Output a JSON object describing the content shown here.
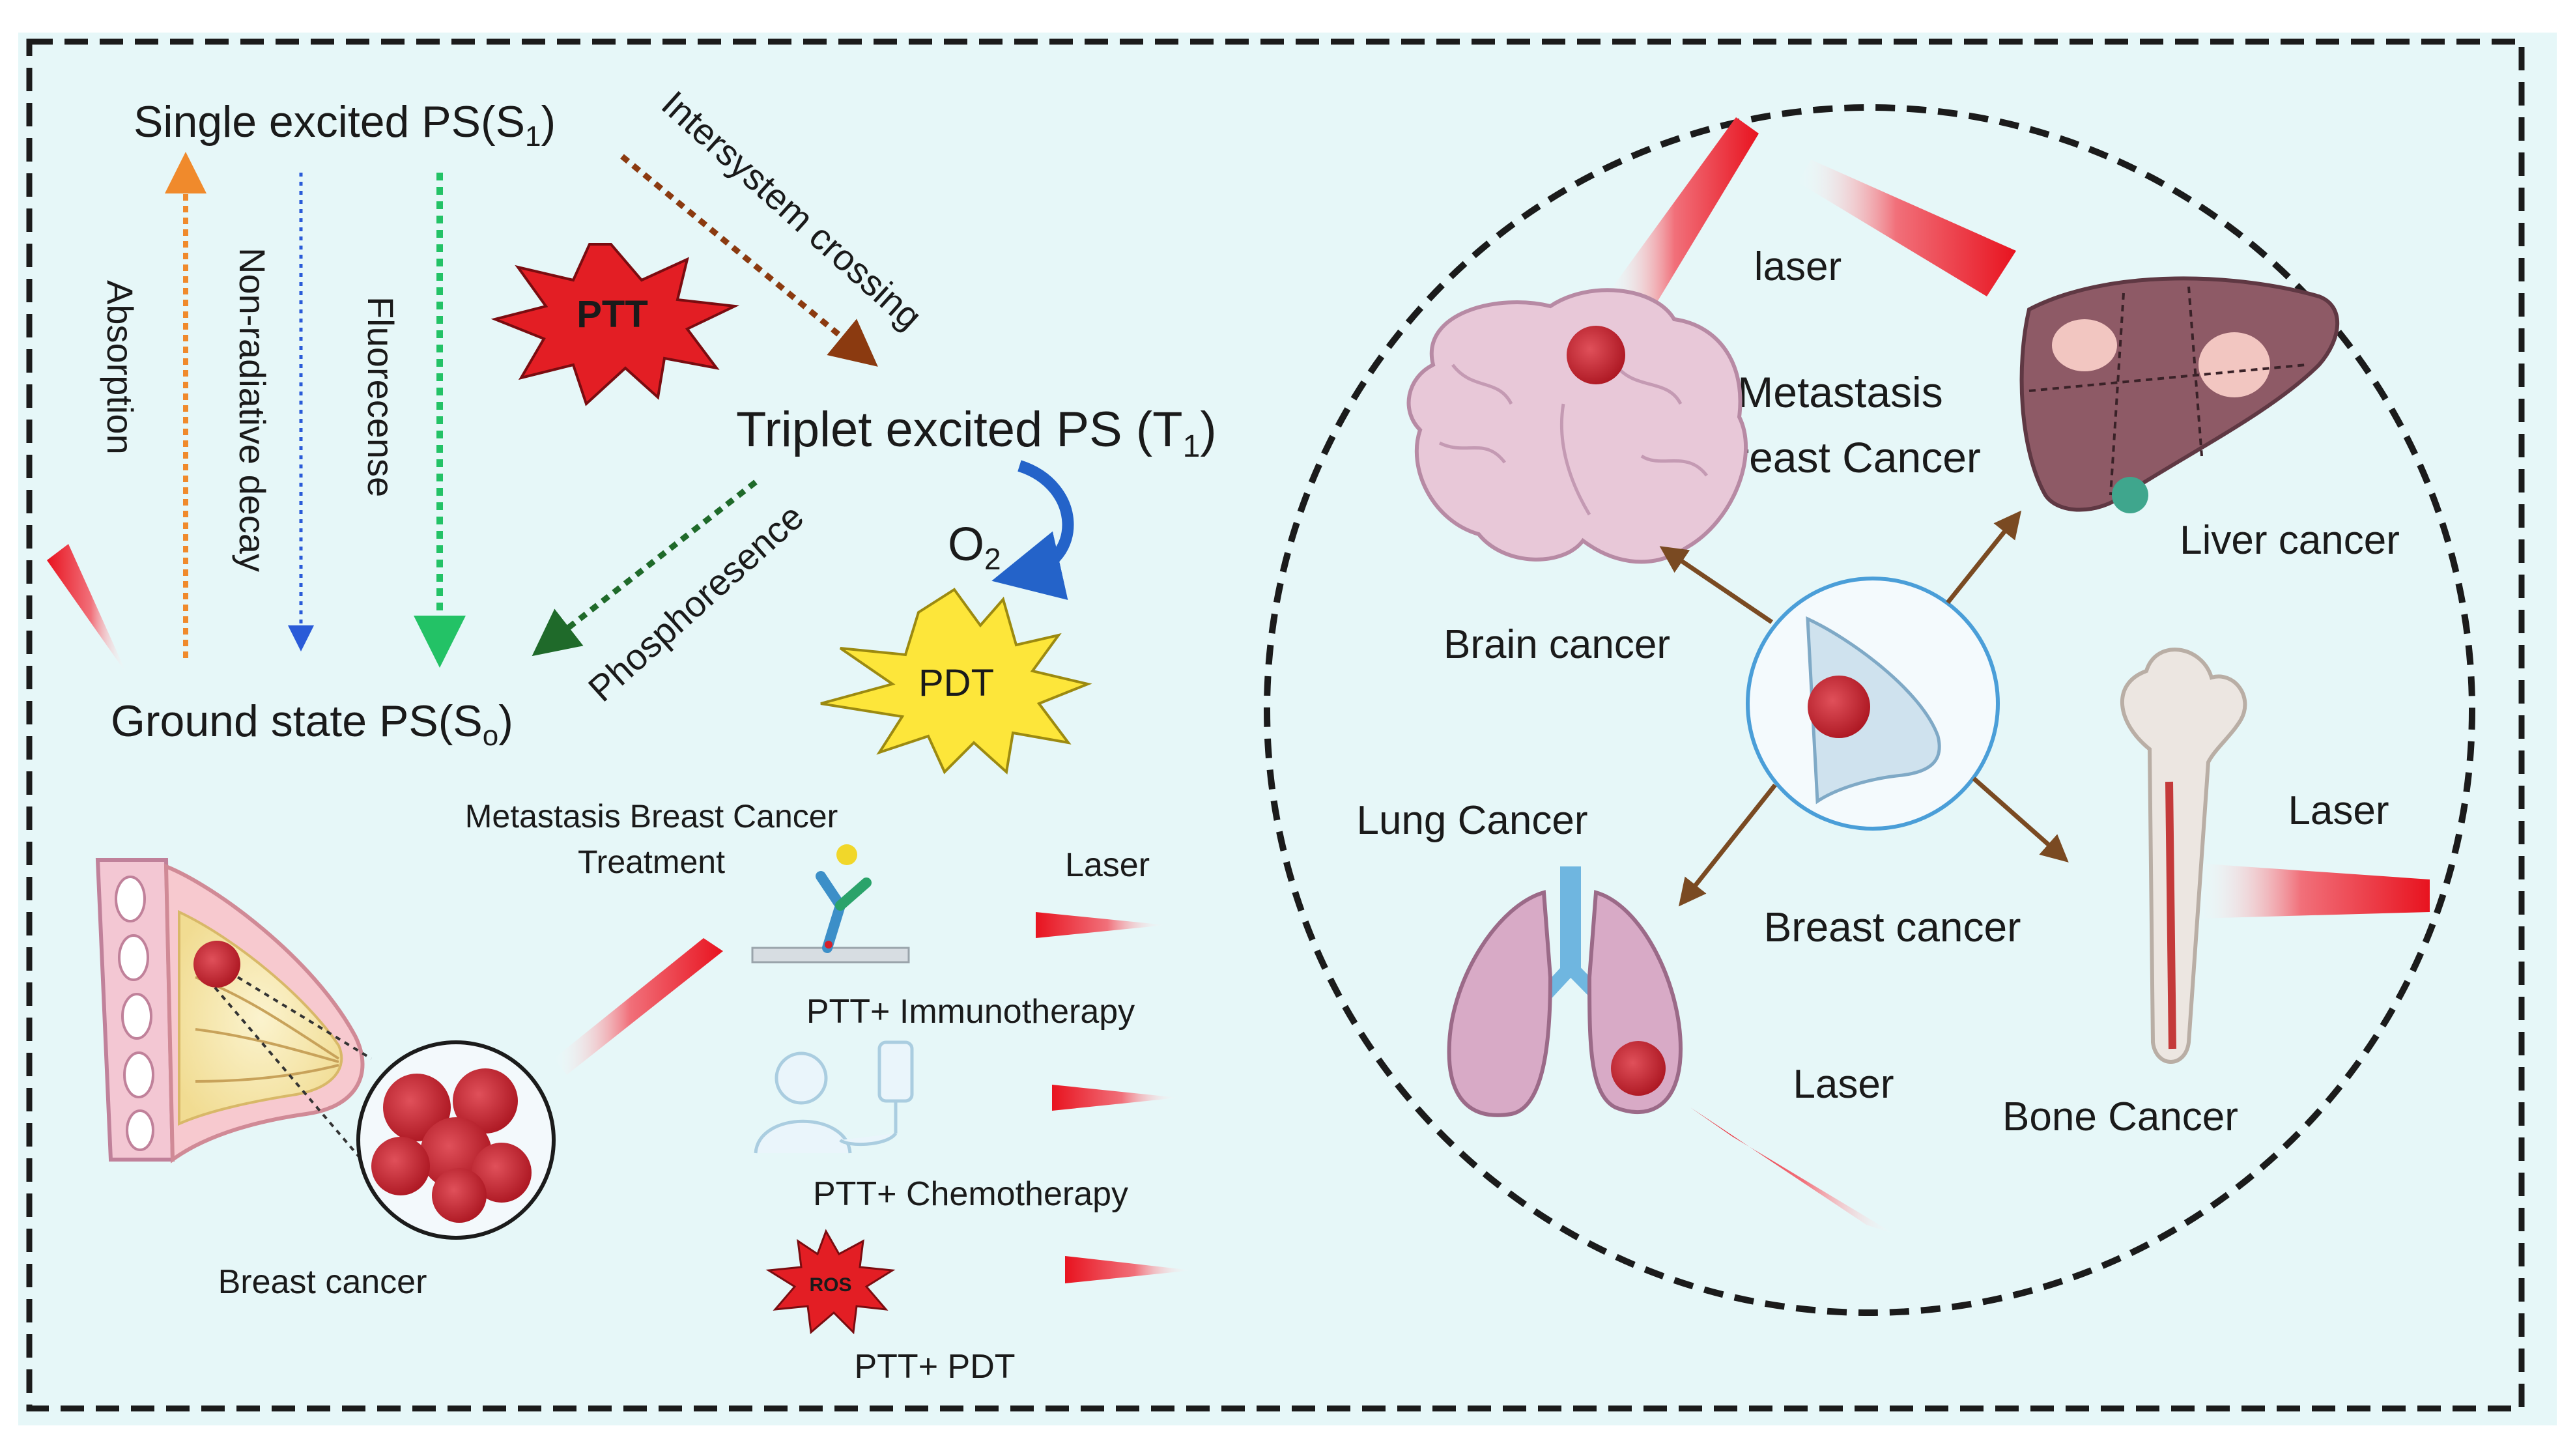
{
  "jablonski": {
    "s1_label": "Single excited PS(S",
    "s1_sub": "1",
    "s1_close": ")",
    "s0_label": "Ground state PS(S",
    "s0_sub": "o",
    "s0_close": ")",
    "t1_label": "Triplet excited PS (T",
    "t1_sub": "1",
    "t1_close": ")",
    "absorption": "Absorption",
    "non_radiative": "Non-radiative decay",
    "fluorescence": "Fluorecense",
    "intersystem": "Intersystem crossing",
    "phosphorescence": "Phosphoresence",
    "o2_label": "O",
    "o2_sub": "2",
    "ptt_star": "PTT",
    "pdt_star": "PDT"
  },
  "treatment": {
    "title_line1": "Metastasis Breast Cancer",
    "title_line2": "Treatment",
    "laser": "Laser",
    "immuno": "PTT+ Immunotherapy",
    "chemo": "PTT+ Chemotherapy",
    "pdt": "PTT+ PDT",
    "ros": "ROS",
    "breast_cancer": "Breast cancer"
  },
  "metastasis": {
    "laser_top": "laser",
    "title_line1": "Metastasis",
    "title_line2": "Breast Cancer",
    "brain": "Brain cancer",
    "liver": "Liver cancer",
    "lung": "Lung Cancer",
    "breast": "Breast cancer",
    "bone": "Bone Cancer",
    "laser_bone": "Laser",
    "laser_lung": "Laser"
  },
  "colors": {
    "background": "#e6f7f8",
    "laser_red": "#e8131f",
    "ptt_star": "#e31e24",
    "pdt_star": "#fde63a",
    "absorption_arrow": "#f08a2c",
    "nonradiative_arrow": "#2a5bd8",
    "fluorescence_arrow": "#23c266",
    "intersystem_arrow": "#8b3a10",
    "phosphorescence_arrow": "#1f6a2a",
    "o2_arrow": "#2463c9",
    "organ_arrow": "#7a4a22"
  }
}
